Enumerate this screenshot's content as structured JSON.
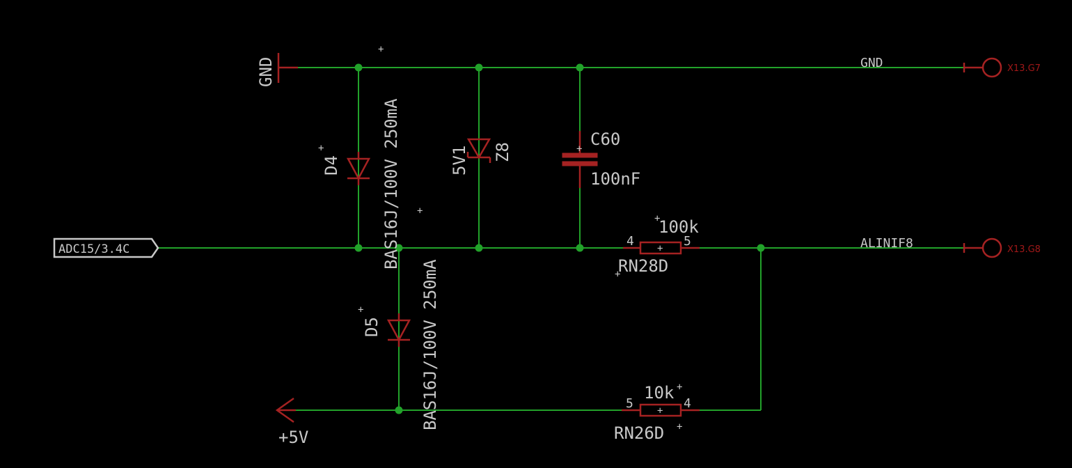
{
  "schematic": {
    "labels": {
      "gnd_symbol": "GND",
      "d4_name": "D4",
      "d4_value": "BAS16J/100V 250mA",
      "d5_name": "D5",
      "d5_value": "BAS16J/100V 250mA",
      "zener_name": "5V1",
      "zener_value": "Z8",
      "cap_name": "C60",
      "cap_value": "100nF",
      "rn28_name": "RN28D",
      "rn28_value": "100k",
      "rn28_pin_left": "4",
      "rn28_pin_right": "5",
      "rn26_name": "RN26D",
      "rn26_value": "10k",
      "rn26_pin_left": "5",
      "rn26_pin_right": "4",
      "supply": "+5V",
      "input_port": "ADC15/3.4C",
      "net_gnd": "GND",
      "net_alinif8": "ALINIF8",
      "conn_top": "X13.G7",
      "conn_bottom": "X13.G8"
    }
  }
}
